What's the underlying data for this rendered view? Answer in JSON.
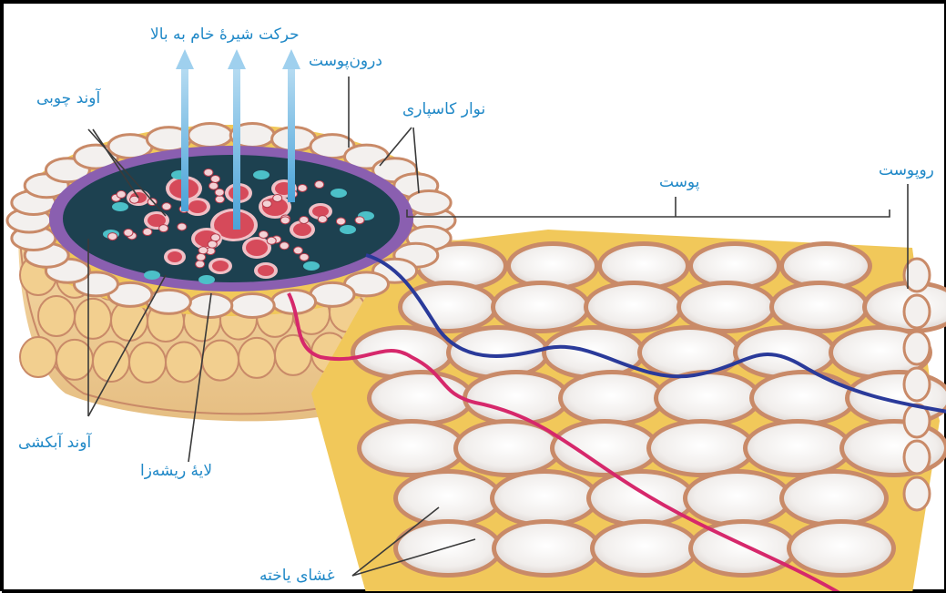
{
  "labels": {
    "upward_sap": "حرکت شیرهٔ خام به بالا",
    "endodermis": "درون‌پوست",
    "xylem": "آوند چوبی",
    "casparian_strip": "نوار کاسپاری",
    "cortex": "پوست",
    "epidermis": "روپوست",
    "phloem": "آوند آبکشی",
    "pericycle": "لایهٔ ریشه‌زا",
    "cell_membrane": "غشای یاخته"
  },
  "colors": {
    "label_text": "#1f88c7",
    "arrow": "#8fc5e6",
    "cell_wall": "#c98a68",
    "cell_inner": "#f3f0ee",
    "intercellular": "#f1c85a",
    "root_side": "#e9bd7e",
    "symplast_path": "#d6286b",
    "apoplast_path": "#2a3a9a",
    "endodermis_purple": "#8a5fb0",
    "stele_dark": "#1d4150",
    "xylem_red": "#d64a5a"
  }
}
